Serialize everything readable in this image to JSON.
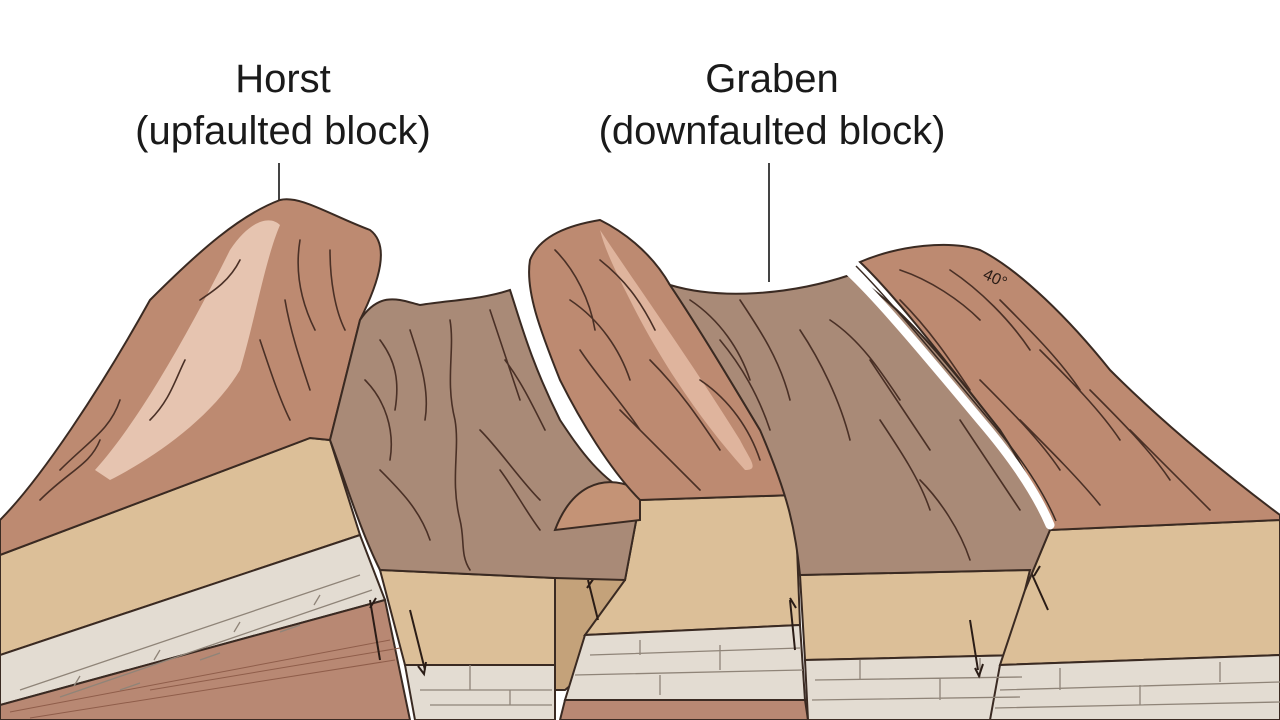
{
  "labels": {
    "horst": {
      "title": "Horst",
      "subtitle": "(upfaulted block)"
    },
    "graben": {
      "title": "Graben",
      "subtitle": "(downfaulted block)"
    }
  },
  "annotations": {
    "dip": "40°"
  },
  "colors": {
    "surface_dark": "#a9765e",
    "surface_mid": "#bd8a71",
    "surface_light": "#e6c4b0",
    "graben_floor": "#a98a77",
    "sandstone": "#dcbf98",
    "sandstone_shadow": "#c4a27a",
    "limestone": "#e3dcd2",
    "shale": "#b88873",
    "outline": "#3a2a22",
    "fault_gap": "#ffffff"
  }
}
